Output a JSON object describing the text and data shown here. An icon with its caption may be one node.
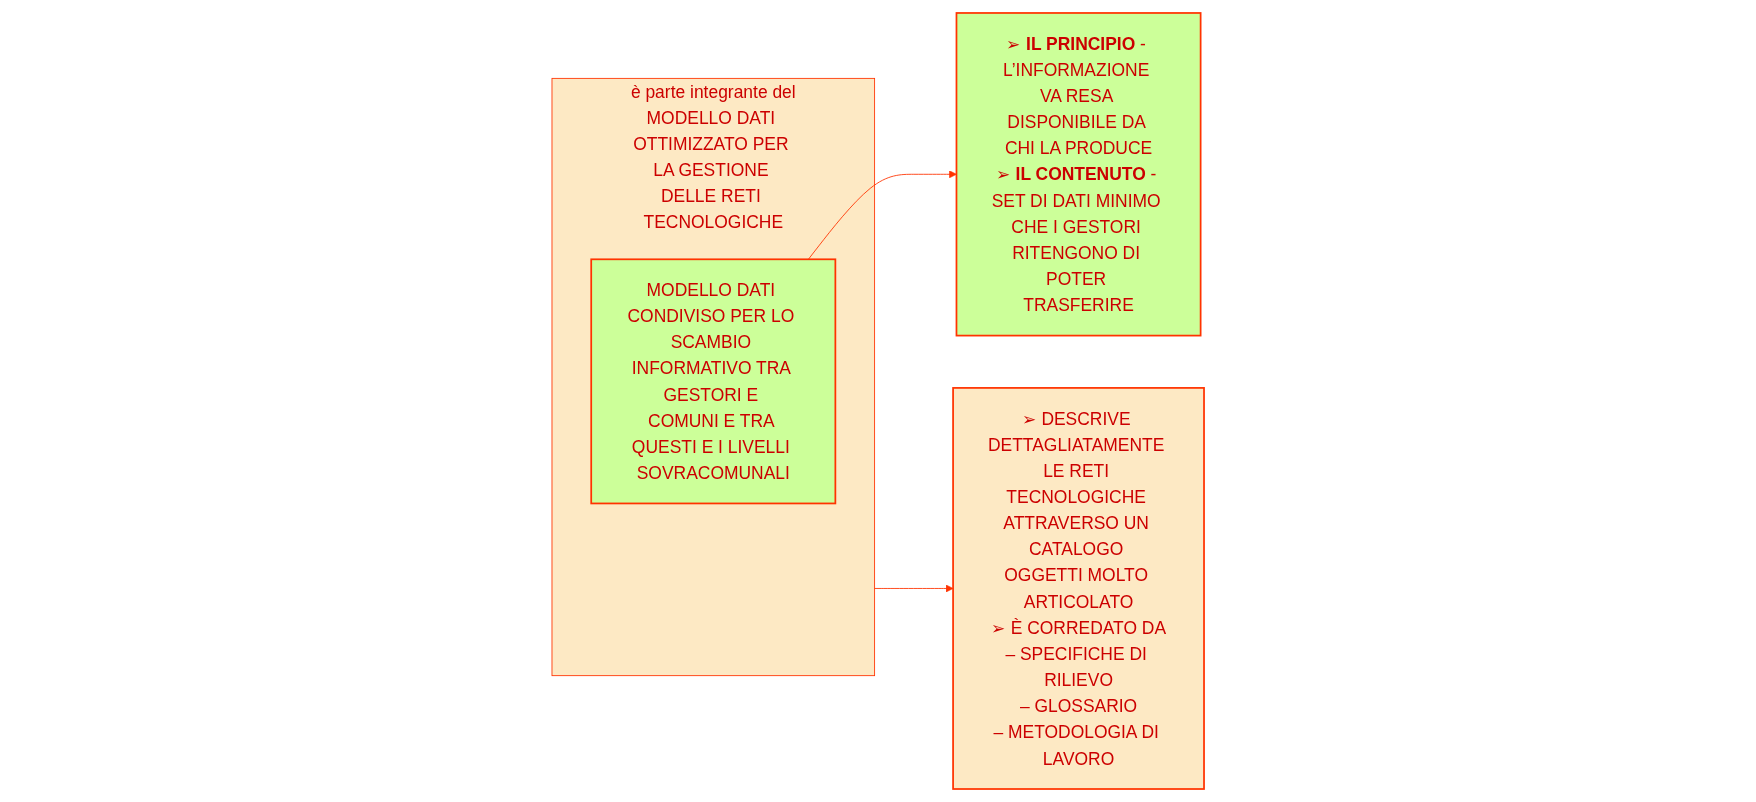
{
  "diagram": {
    "nodes": [
      {
        "text": [
          "è parte integrante del",
          "MODELLO DATI OTTIMIZZATO PER LA GESTIONE DELLE RETI TECNOLOGICHE"
        ]
      },
      {
        "text": [
          "MODELLO DATI CONDIVISO PER LO SCAMBIO INFORMATIVO TRA GESTORI E COMUNI E TRA QUESTI E I LIVELLI SOVRACOMUNALI"
        ],
        "in": 0
      },
      {
        "text": [
          "➢ **IL PRINCIPIO** - L’INFORMAZIONE VA RESA DISPONIBILE DA CHI LA PRODUCE",
          "➢ **IL CONTENUTO** - SET DI DATI MINIMO CHE I GESTORI RITENGONO DI POTER TRASFERIRE"
        ]
      },
      {
        "text": [
          "➢ DESCRIVE DETTAGLIATAMENTE LE RETI TECNOLOGICHE ATTRAVERSO UN CATALOGO OGGETTI MOLTO ARTICOLATO",
          "➢ È CORREDATO DA",
          "– SPECIFICHE DI RILIEVO",
          "– GLOSSARIO",
          "– METODOLOGIA DI LAVORO"
        ]
      }
    ],
    "edges": [
      {
        "from": 1,
        "to": 2,
        "arrow": "to"
      },
      {
        "from": 0,
        "to": 3,
        "arrow": "to"
      }
    ]
  }
}
